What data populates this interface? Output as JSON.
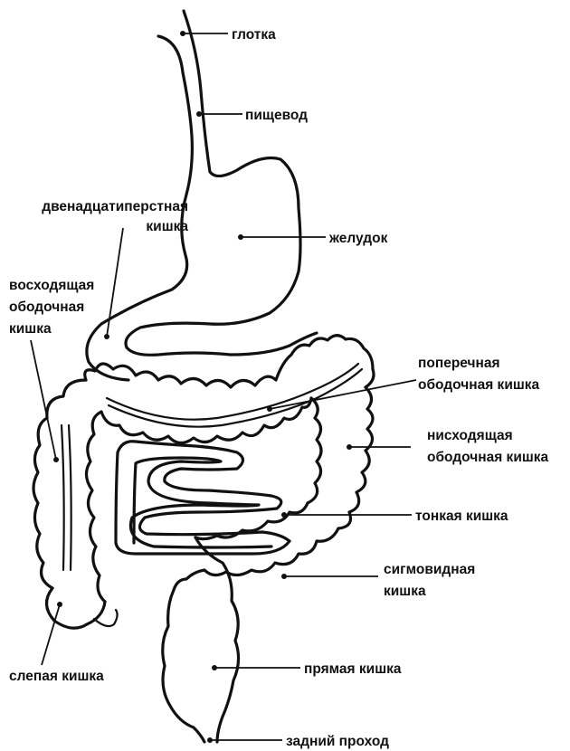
{
  "labels": {
    "pharynx": "глотка",
    "esophagus": "пищевод",
    "duodenum_1": "двенадцатиперстная",
    "duodenum_2": "кишка",
    "stomach": "желудок",
    "ascending_1": "восходящая",
    "ascending_2": "ободочная",
    "ascending_3": "кишка",
    "transverse_1": "поперечная",
    "transverse_2": "ободочная кишка",
    "descending_1": "нисходящая",
    "descending_2": "ободочная кишка",
    "small_intestine": "тонкая кишка",
    "sigmoid_1": "сигмовидная",
    "sigmoid_2": "кишка",
    "rectum": "прямая кишка",
    "cecum": "слепая кишка",
    "anus": "задний проход"
  },
  "colors": {
    "ink": "#111111",
    "background": "#ffffff"
  }
}
